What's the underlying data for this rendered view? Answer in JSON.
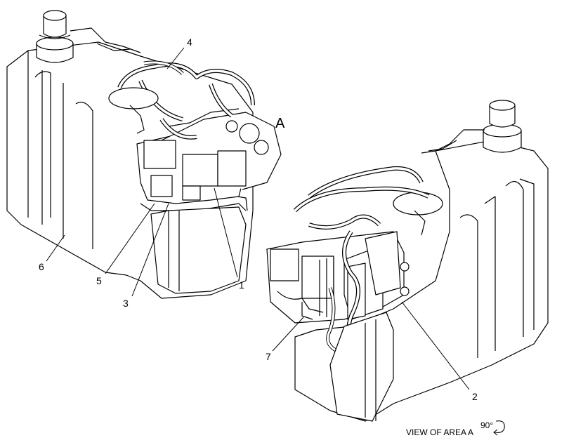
{
  "callouts": {
    "c1": "1",
    "c2": "2",
    "c3": "3",
    "c4": "4",
    "c5": "5",
    "c6": "6",
    "c7": "7"
  },
  "area_label": "A",
  "view_label": "VIEW OF AREA A",
  "rotation_label": "90°",
  "colors": {
    "line": "#000000",
    "background": "#ffffff"
  }
}
